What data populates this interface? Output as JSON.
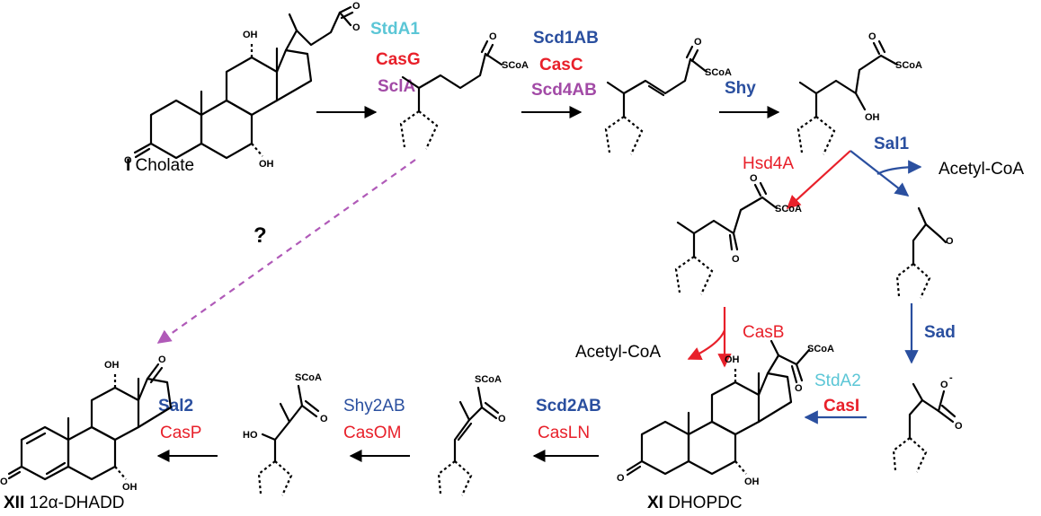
{
  "colors": {
    "cyan": "#5bc6d6",
    "red": "#e8202a",
    "purple": "#a24aa6",
    "blue": "#2a4f9f",
    "black": "#000000",
    "dashed_arrow": "#b05ab8"
  },
  "compounds": {
    "c1_roman": "I",
    "c1_name": " Cholate",
    "c11_roman": "XI",
    "c11_name": " DHOPDC",
    "c12_roman": "XII",
    "c12_name": " 12α-DHADD"
  },
  "enzymes": {
    "e1": [
      "StdA1",
      "CasG",
      "SclA"
    ],
    "e2": [
      "Scd1AB",
      "CasC",
      "Scd4AB"
    ],
    "e3": "Shy",
    "e4a": "Hsd4A",
    "e4b": "Sal1",
    "e5": "Sad",
    "e6": "CasB",
    "e7": [
      "StdA2",
      "CasI"
    ],
    "e8": [
      "Scd2AB",
      "CasLN"
    ],
    "e9": [
      "Shy2AB",
      "CasOM"
    ],
    "e10": [
      "Sal2",
      "CasP"
    ]
  },
  "byproducts": {
    "acetyl1": "Acetyl-CoA",
    "acetyl2": "Acetyl-CoA"
  },
  "question_mark": "?",
  "atoms": {
    "O": "O",
    "Ominus": "O",
    "minus": "-",
    "OH": "OH",
    "SCoA": "SCoA",
    "HO": "HO"
  }
}
